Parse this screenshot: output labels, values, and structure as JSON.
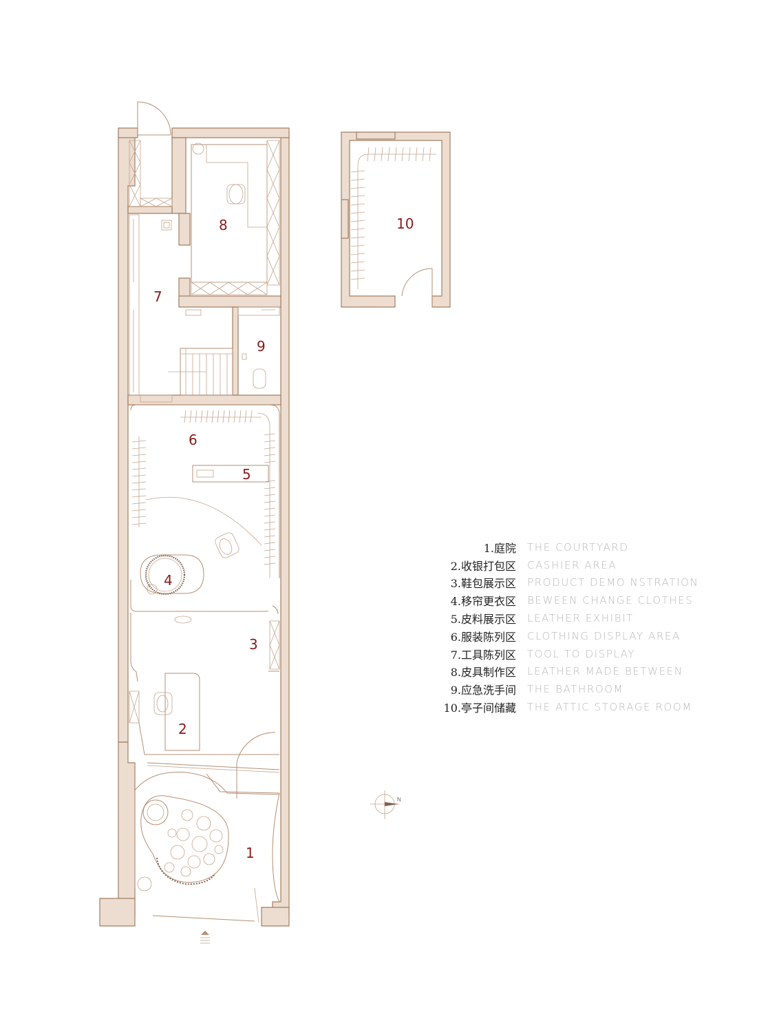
{
  "rooms": [
    {
      "id": "1",
      "label": "1"
    },
    {
      "id": "2",
      "label": "2"
    },
    {
      "id": "3",
      "label": "3"
    },
    {
      "id": "4",
      "label": "4"
    },
    {
      "id": "5",
      "label": "5"
    },
    {
      "id": "6",
      "label": "6"
    },
    {
      "id": "7",
      "label": "7"
    },
    {
      "id": "8",
      "label": "8"
    },
    {
      "id": "9",
      "label": "9"
    },
    {
      "id": "10",
      "label": "10"
    }
  ],
  "legend": [
    {
      "cn": "1.庭院",
      "en": "THE COURTYARD"
    },
    {
      "cn": "2.收银打包区",
      "en": "CASHIER AREA"
    },
    {
      "cn": "3.鞋包展示区",
      "en": "PRODUCT DEMO NSTRATION"
    },
    {
      "cn": "4.移帘更衣区",
      "en": "BEWEEN CHANGE CLOTHES"
    },
    {
      "cn": "5.皮料展示区",
      "en": "LEATHER EXHIBIT"
    },
    {
      "cn": "6.服装陈列区",
      "en": "CLOTHING DISPLAY AREA"
    },
    {
      "cn": "7.工具陈列区",
      "en": "TOOL TO DISPLAY"
    },
    {
      "cn": "8.皮具制作区",
      "en": "LEATHER MADE BETWEEN"
    },
    {
      "cn": "9.应急洗手间",
      "en": "THE BATHROOM"
    },
    {
      "cn": "10.亭子间储藏",
      "en": "THE ATTIC STORAGE ROOM"
    }
  ],
  "compass": {
    "label": "N"
  },
  "colors": {
    "wall_fill": "#ecddd0",
    "wall_stroke": "#a47e62",
    "room_number": "#8b1a1a",
    "legend_en": "#b9b9b9"
  }
}
